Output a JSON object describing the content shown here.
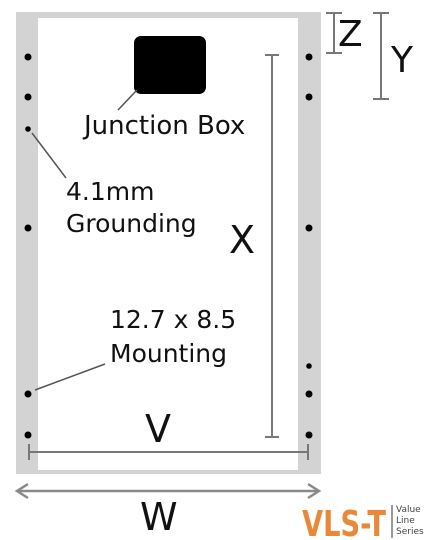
{
  "labels": {
    "junction_box": "Junction Box",
    "grounding_line1": "4.1mm",
    "grounding_line2": "Grounding",
    "mounting_line1": "12.7 x 8.5",
    "mounting_line2": "Mounting"
  },
  "dimensions": {
    "x": "X",
    "y": "Y",
    "z": "Z",
    "v": "V",
    "w": "W"
  },
  "logo": {
    "main": "VLS-T",
    "sub_line1": "Value",
    "sub_line2": "Line",
    "sub_line3": "Series"
  },
  "colors": {
    "frame": "#d3d3d3",
    "panel": "#ffffff",
    "junction_box": "#000000",
    "dim_line": "#777777",
    "dim_arrow": "#8a8a8a",
    "logo_accent": "#e8893a",
    "logo_text": "#444444"
  }
}
